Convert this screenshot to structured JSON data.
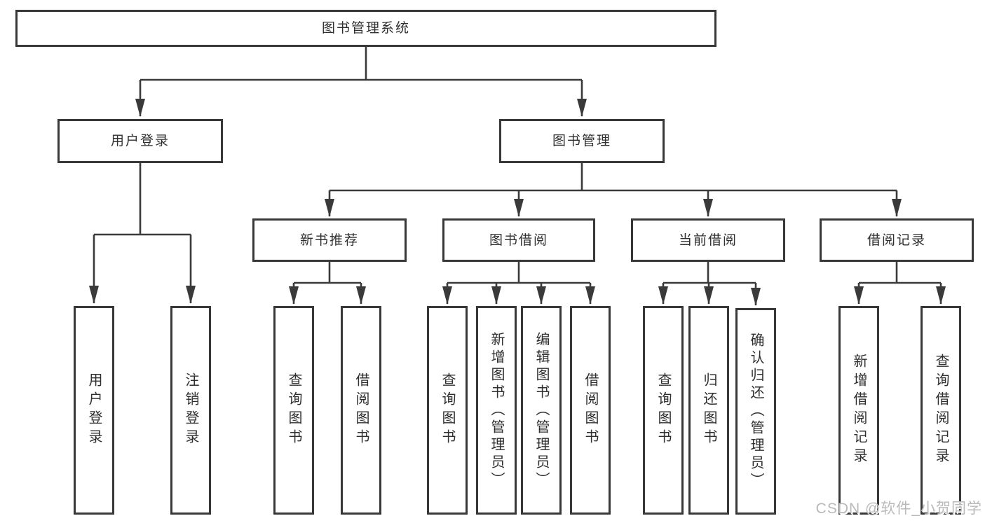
{
  "diagram": {
    "root": {
      "label": "图书管理系统"
    },
    "branches": [
      {
        "label": "用户登录",
        "leaves": [
          "用户登录",
          "注销登录"
        ]
      },
      {
        "label": "图书管理",
        "sections": [
          {
            "label": "新书推荐",
            "leaves": [
              "查询图书",
              "借阅图书"
            ]
          },
          {
            "label": "图书借阅",
            "leaves": [
              "查询图书",
              "新增图书（管理员）",
              "编辑图书（管理员）",
              "借阅图书"
            ]
          },
          {
            "label": "当前借阅",
            "leaves": [
              "查询图书",
              "归还图书",
              "确认归还（管理员）"
            ]
          },
          {
            "label": "借阅记录",
            "leaves": [
              "新增借阅记录",
              "查询借阅记录"
            ]
          }
        ]
      }
    ]
  },
  "watermark": {
    "text": "CSDN @软件_小贺同学"
  },
  "colors": {
    "line": "#3a3a3a",
    "border": "#383838",
    "text": "#2f2f2f",
    "background": "#ffffff",
    "watermark": "#b9b9b9"
  }
}
